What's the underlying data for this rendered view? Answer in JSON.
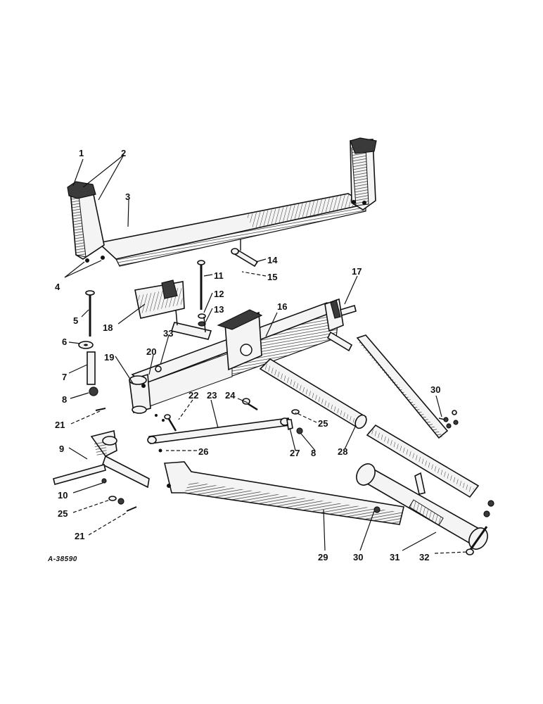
{
  "figure_ref": "A-38590",
  "callouts": [
    {
      "id": "c1",
      "text": "1"
    },
    {
      "id": "c2",
      "text": "2"
    },
    {
      "id": "c3",
      "text": "3"
    },
    {
      "id": "c4",
      "text": "4"
    },
    {
      "id": "c5",
      "text": "5"
    },
    {
      "id": "c6",
      "text": "6"
    },
    {
      "id": "c7",
      "text": "7"
    },
    {
      "id": "c8a",
      "text": "8"
    },
    {
      "id": "c8b",
      "text": "8"
    },
    {
      "id": "c9",
      "text": "9"
    },
    {
      "id": "c10",
      "text": "10"
    },
    {
      "id": "c11",
      "text": "11"
    },
    {
      "id": "c12",
      "text": "12"
    },
    {
      "id": "c13",
      "text": "13"
    },
    {
      "id": "c14",
      "text": "14"
    },
    {
      "id": "c15",
      "text": "15"
    },
    {
      "id": "c16",
      "text": "16"
    },
    {
      "id": "c17",
      "text": "17"
    },
    {
      "id": "c18",
      "text": "18"
    },
    {
      "id": "c19",
      "text": "19"
    },
    {
      "id": "c20",
      "text": "20"
    },
    {
      "id": "c21a",
      "text": "21"
    },
    {
      "id": "c21b",
      "text": "21"
    },
    {
      "id": "c22",
      "text": "22"
    },
    {
      "id": "c23",
      "text": "23"
    },
    {
      "id": "c24",
      "text": "24"
    },
    {
      "id": "c25a",
      "text": "25"
    },
    {
      "id": "c25b",
      "text": "25"
    },
    {
      "id": "c26",
      "text": "26"
    },
    {
      "id": "c27",
      "text": "27"
    },
    {
      "id": "c28",
      "text": "28"
    },
    {
      "id": "c29",
      "text": "29"
    },
    {
      "id": "c30a",
      "text": "30"
    },
    {
      "id": "c30b",
      "text": "30"
    },
    {
      "id": "c31",
      "text": "31"
    },
    {
      "id": "c32",
      "text": "32"
    },
    {
      "id": "c33",
      "text": "33"
    }
  ]
}
